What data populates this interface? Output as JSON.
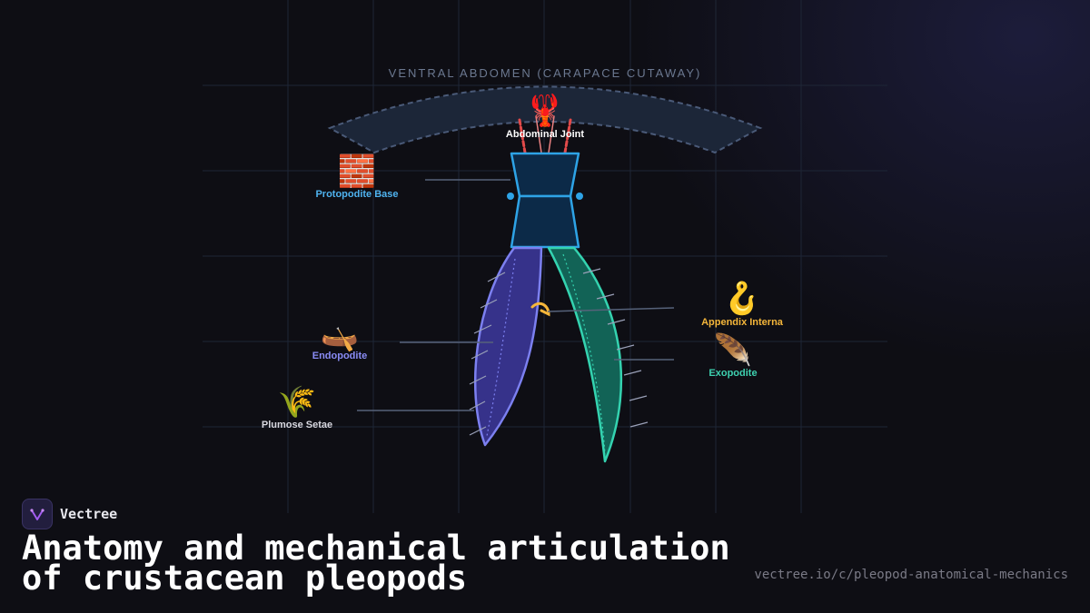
{
  "diagram": {
    "section_title": "VENTRAL ABDOMEN (CARAPACE CUTAWAY)",
    "labels": {
      "abdominal_joint": {
        "text": "Abdominal Joint",
        "icon": "🦞",
        "color": "#ffffff"
      },
      "protopodite_base": {
        "text": "Protopodite Base",
        "icon": "🧱",
        "color": "#4fb3f0"
      },
      "appendix_interna": {
        "text": "Appendix Interna",
        "icon": "🪝",
        "color": "#f5b63a"
      },
      "endopodite": {
        "text": "Endopodite",
        "icon": "🛶",
        "color": "#8a8cf5"
      },
      "exopodite": {
        "text": "Exopodite",
        "icon": "🪶",
        "color": "#3ed1b0"
      },
      "plumose_setae": {
        "text": "Plumose Setae",
        "icon": "🌾",
        "color": "#d8d8e0"
      }
    },
    "colors": {
      "carapace_fill": "#1c2638",
      "carapace_stroke": "#4a5a78",
      "protopodite_fill": "#0c2a48",
      "protopodite_stroke": "#2ea3e6",
      "endopodite_fill": "#36328a",
      "endopodite_stroke": "#7c80f0",
      "exopodite_fill": "#126356",
      "exopodite_stroke": "#34d3b0",
      "muscle": "#e24a4a",
      "appendix": "#f5b63a"
    }
  },
  "footer": {
    "brand_name": "Vectree",
    "headline_line1": "Anatomy and mechanical articulation",
    "headline_line2": "of crustacean pleopods",
    "url": "vectree.io/c/pleopod-anatomical-mechanics"
  }
}
